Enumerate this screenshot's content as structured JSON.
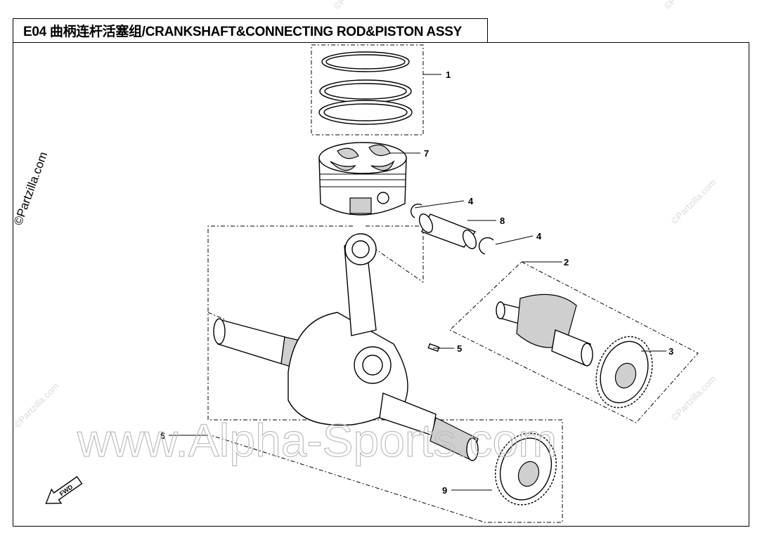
{
  "title": "E04 曲柄连杆活塞组/CRANKSHAFT&CONNECTING ROD&PISTON ASSY",
  "callouts": {
    "piston_ring_set": "1",
    "balance_shaft": "2",
    "balance_drive_gear": "3",
    "circlip_left": "4",
    "circlip_right": "4",
    "key": "5",
    "crankshaft_assy": "6",
    "piston": "7",
    "piston_pin": "8",
    "crank_gear": "9"
  },
  "fwd_label": "FWD",
  "watermarks": {
    "main": "www.Alpha-Sports.com",
    "side": "©Partzilla.com",
    "small": "©Partzilla.com"
  },
  "colors": {
    "line": "#000000",
    "watermark": "#bdbdbd",
    "background": "#ffffff"
  }
}
